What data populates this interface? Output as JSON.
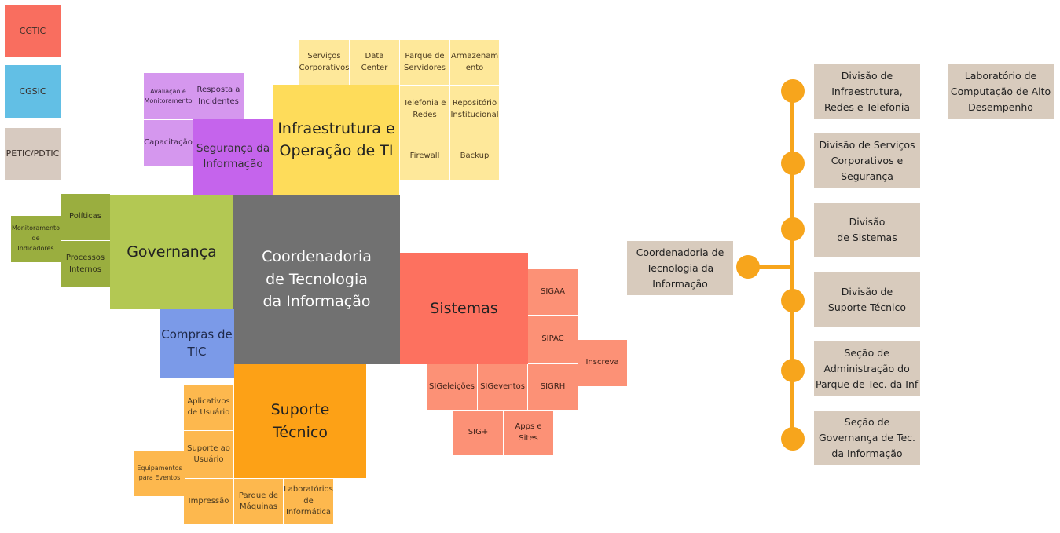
{
  "legend": {
    "cgtic": "CGTIC",
    "cgsic": "CGSIC",
    "petic": "PETIC/PDTIC"
  },
  "colors": {
    "cgtic": "#f96e5f",
    "cgsic": "#62bfe5",
    "petic": "#d7cac0",
    "center": "#717171",
    "governanca": "#b3c853",
    "seguranca": "#c564ec",
    "infra": "#fedc5a",
    "sistemas": "#fd715f",
    "suporte": "#fda116",
    "compras": "#7b9ae8",
    "org_box": "#d8cbbd",
    "org_line": "#f7a51c"
  },
  "center": "Coordenadoria\nde Tecnologia\nda Informação",
  "governanca": {
    "title": "Governança",
    "politicas": "Políticas",
    "processos": "Processos\nInternos",
    "monitoramento": "Monitoramento\nde\nIndicadores"
  },
  "seguranca": {
    "title": "Segurança da\nInformação",
    "avaliacao": "Avaliação e\nMonitoramento",
    "resposta": "Resposta a\nIncidentes",
    "capacitacao": "Capacitação"
  },
  "infra": {
    "title": "Infraestrutura e\nOperação de TI",
    "servicos": "Serviços\nCorporativos",
    "datacenter": "Data Center",
    "parque": "Parque de\nServidores",
    "armazenamento": "Armazenam\nento",
    "telefonia": "Telefonia e\nRedes",
    "repositorio": "Repositório\nInstitucional",
    "firewall": "Firewall",
    "backup": "Backup"
  },
  "sistemas": {
    "title": "Sistemas",
    "sigaa": "SIGAA",
    "sipac": "SIPAC",
    "inscreva": "Inscreva",
    "sigeleicoes": "SIGeleições",
    "sigeventos": "SIGeventos",
    "sigrh": "SIGRH",
    "sigplus": "SIG+",
    "apps": "Apps e Sites"
  },
  "compras": "Compras de\nTIC",
  "suporte": {
    "title": "Suporte\nTécnico",
    "aplicativos": "Aplicativos\nde Usuário",
    "suporte_usuario": "Suporte ao\nUsuário",
    "equipamentos": "Equipamentos\npara Eventos",
    "impressao": "Impressão",
    "parque_maquinas": "Parque de\nMáquinas",
    "laboratorios": "Laboratórios\nde\nInformática"
  },
  "org": {
    "root": "Coordenadoria de\nTecnologia da\nInformação",
    "div_infra": "Divisão de\nInfraestrutura,\nRedes e Telefonia",
    "lab": "Laboratório de\nComputação de Alto\nDesempenho",
    "div_servicos": "Divisão de Serviços\nCorporativos e\nSegurança",
    "div_sistemas": "Divisão\nde Sistemas",
    "div_suporte": "Divisão de\nSuporte Técnico",
    "secao_admin": "Seção de\nAdministração do\nParque de Tec. da Inf",
    "secao_gov": "Seção de\nGovernança de Tec.\nda Informação"
  }
}
